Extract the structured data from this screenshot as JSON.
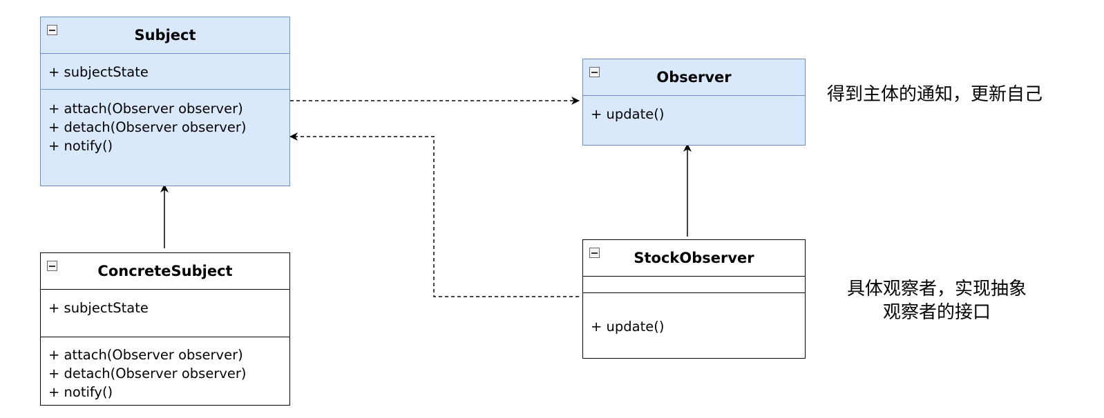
{
  "classes": {
    "subject": {
      "name": "Subject",
      "attributes": [
        "+ subjectState"
      ],
      "methods": [
        "+ attach(Observer observer)",
        "+ detach(Observer observer)",
        "+ notify()"
      ]
    },
    "concrete_subject": {
      "name": "ConcreteSubject",
      "attributes": [
        "+ subjectState"
      ],
      "methods": [
        "+ attach(Observer observer)",
        "+ detach(Observer observer)",
        "+ notify()"
      ]
    },
    "observer": {
      "name": "Observer",
      "methods": [
        "+ update()"
      ]
    },
    "stock_observer": {
      "name": "StockObserver",
      "methods": [
        "+ update()"
      ]
    }
  },
  "notes": {
    "observer_note": "得到主体的通知，更新自己",
    "stock_observer_note_line1": "具体观察者，实现抽象",
    "stock_observer_note_line2": "观察者的接口"
  },
  "colors": {
    "abstract_fill": "#dae8fc",
    "abstract_stroke": "#6c8ebf",
    "concrete_fill": "#ffffff",
    "concrete_stroke": "#000000"
  }
}
